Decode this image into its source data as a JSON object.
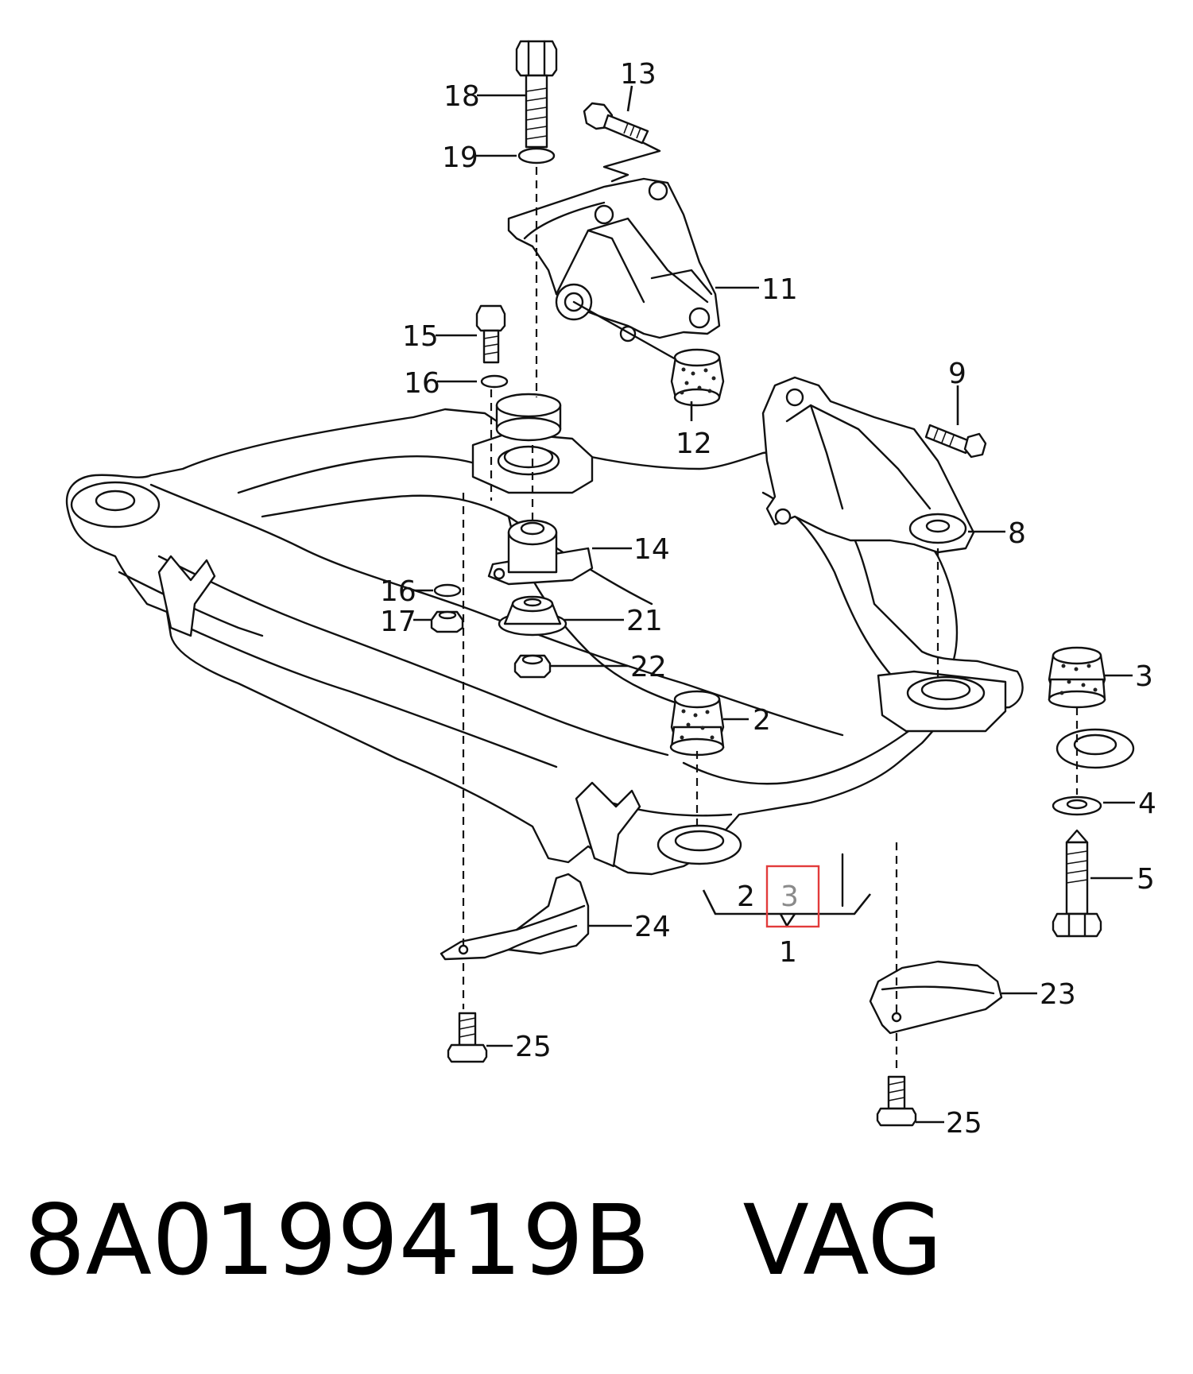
{
  "caption": {
    "part_number": "8A0199419B",
    "brand": "VAG"
  },
  "highlight": {
    "label": "3",
    "color": "#e23b3b"
  },
  "callouts": {
    "c1": "1",
    "c2a": "2",
    "c2b": "2",
    "c3": "3",
    "c4": "4",
    "c5": "5",
    "c8": "8",
    "c9": "9",
    "c11": "11",
    "c12": "12",
    "c13": "13",
    "c14": "14",
    "c15": "15",
    "c16a": "16",
    "c16b": "16",
    "c17": "17",
    "c18": "18",
    "c19": "19",
    "c21": "21",
    "c22": "22",
    "c23": "23",
    "c24": "24",
    "c25a": "25",
    "c25b": "25"
  }
}
